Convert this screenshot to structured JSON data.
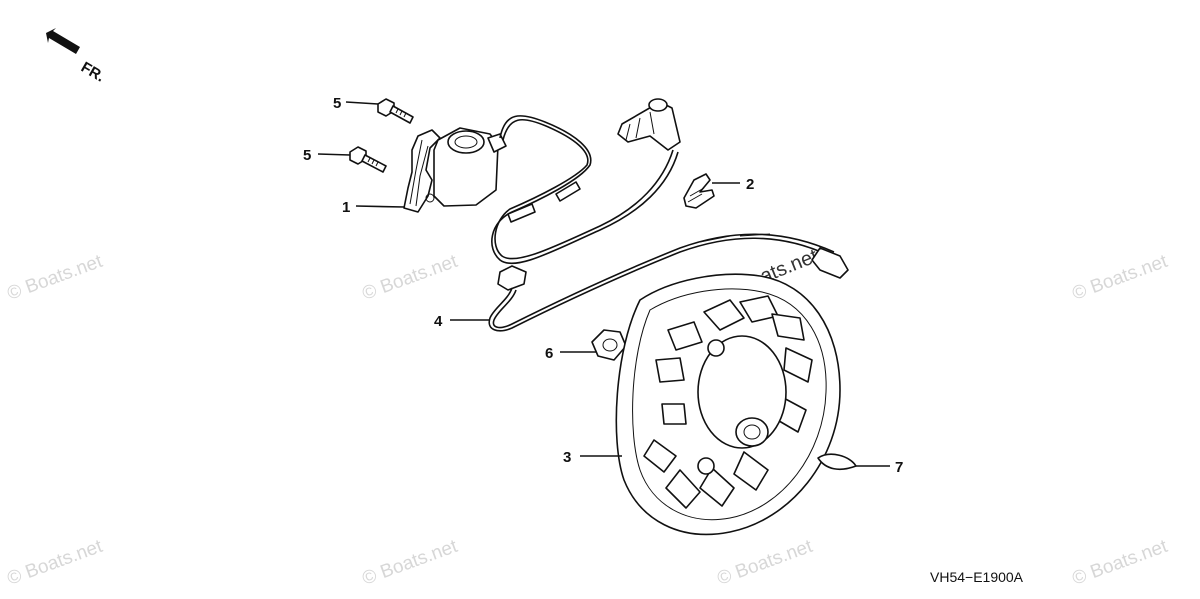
{
  "orientation": {
    "label": "FR.",
    "icon": "front-direction-arrow-icon"
  },
  "diagram_code": "VH54−E1900A",
  "watermark": {
    "text": "© Boats.net"
  },
  "callouts": [
    {
      "id": "1",
      "label": "1"
    },
    {
      "id": "2",
      "label": "2"
    },
    {
      "id": "3",
      "label": "3"
    },
    {
      "id": "4",
      "label": "4"
    },
    {
      "id": "5a",
      "label": "5"
    },
    {
      "id": "5b",
      "label": "5"
    },
    {
      "id": "6",
      "label": "6"
    },
    {
      "id": "7",
      "label": "7"
    }
  ],
  "colors": {
    "line": "#111111",
    "watermark": "#d7d7d7",
    "background": "#ffffff"
  }
}
